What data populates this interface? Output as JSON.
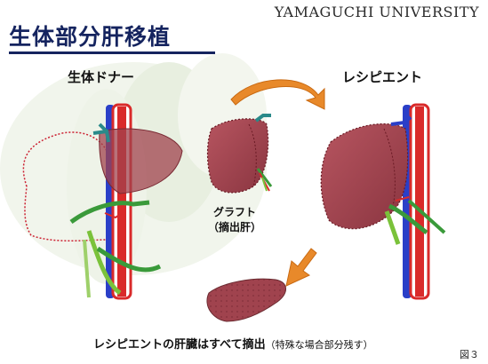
{
  "header": {
    "university": "YAMAGUCHI UNIVERSITY"
  },
  "title": "生体部分肝移植",
  "labels": {
    "donor": "生体ドナー",
    "recipient": "レシピエント",
    "graft_line1": "グラフト",
    "graft_line2": "（摘出肝）"
  },
  "caption": {
    "main": "レシピエントの肝臓はすべて摘出",
    "note": "（特殊な場合部分残す）"
  },
  "figure_number": "図３",
  "colors": {
    "title": "#15245f",
    "liver": "#a0434e",
    "vessel_red": "#d92a2a",
    "vessel_blue": "#2a3fc8",
    "arrow_orange": "#e8892a",
    "bile_green": "#3a9a3a",
    "hepatic_teal": "#2a8a8a"
  }
}
